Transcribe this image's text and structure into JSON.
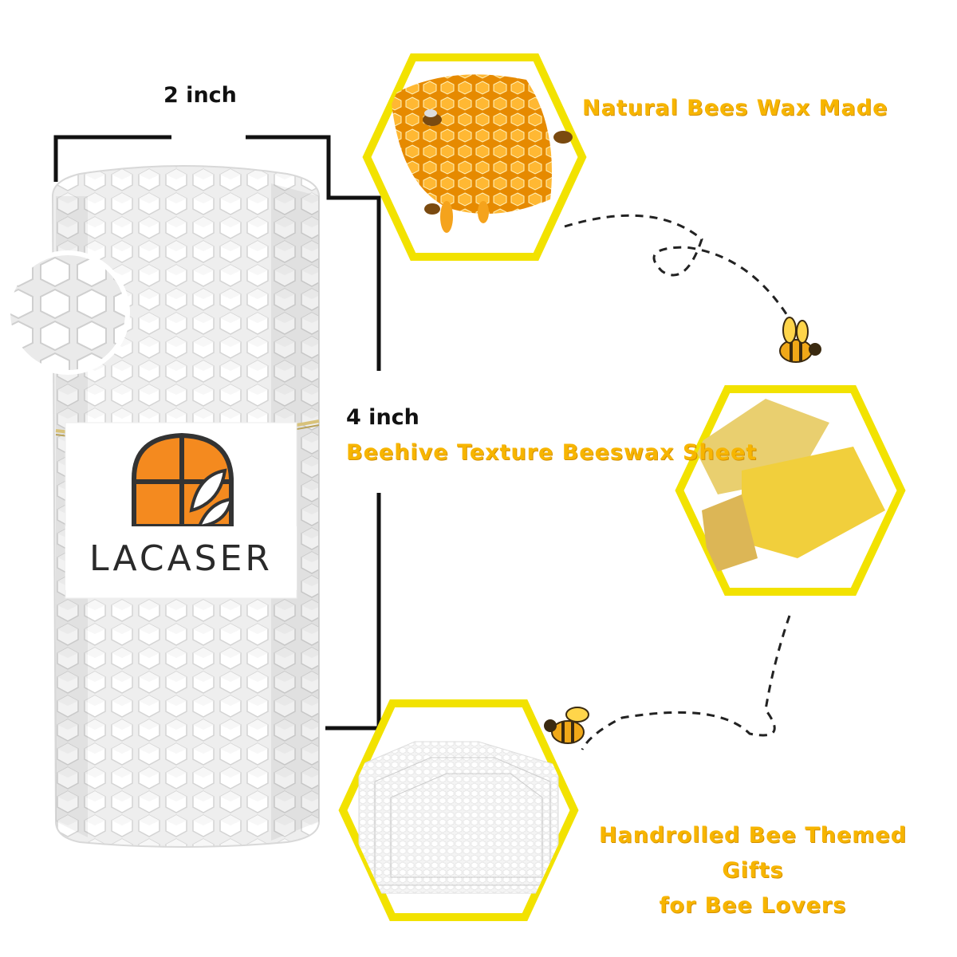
{
  "dimensions": {
    "width_label": "2 inch",
    "height_label": "4 inch"
  },
  "features": {
    "natural": "Natural Bees Wax Made",
    "texture": "Beehive Texture Beeswax Sheet",
    "gifts_line1": "Handrolled Bee Themed Gifts",
    "gifts_line2": "for Bee Lovers"
  },
  "brand": {
    "name": "LACASER"
  },
  "colors": {
    "accent": "#f7b500",
    "hex_border": "#f2e200",
    "wax": "#ededed",
    "honey": "#f3a21a"
  },
  "icons": [
    "bee-icon",
    "honeycomb-image",
    "wax-blocks-image",
    "wax-sheets-image",
    "window-logo-icon"
  ]
}
